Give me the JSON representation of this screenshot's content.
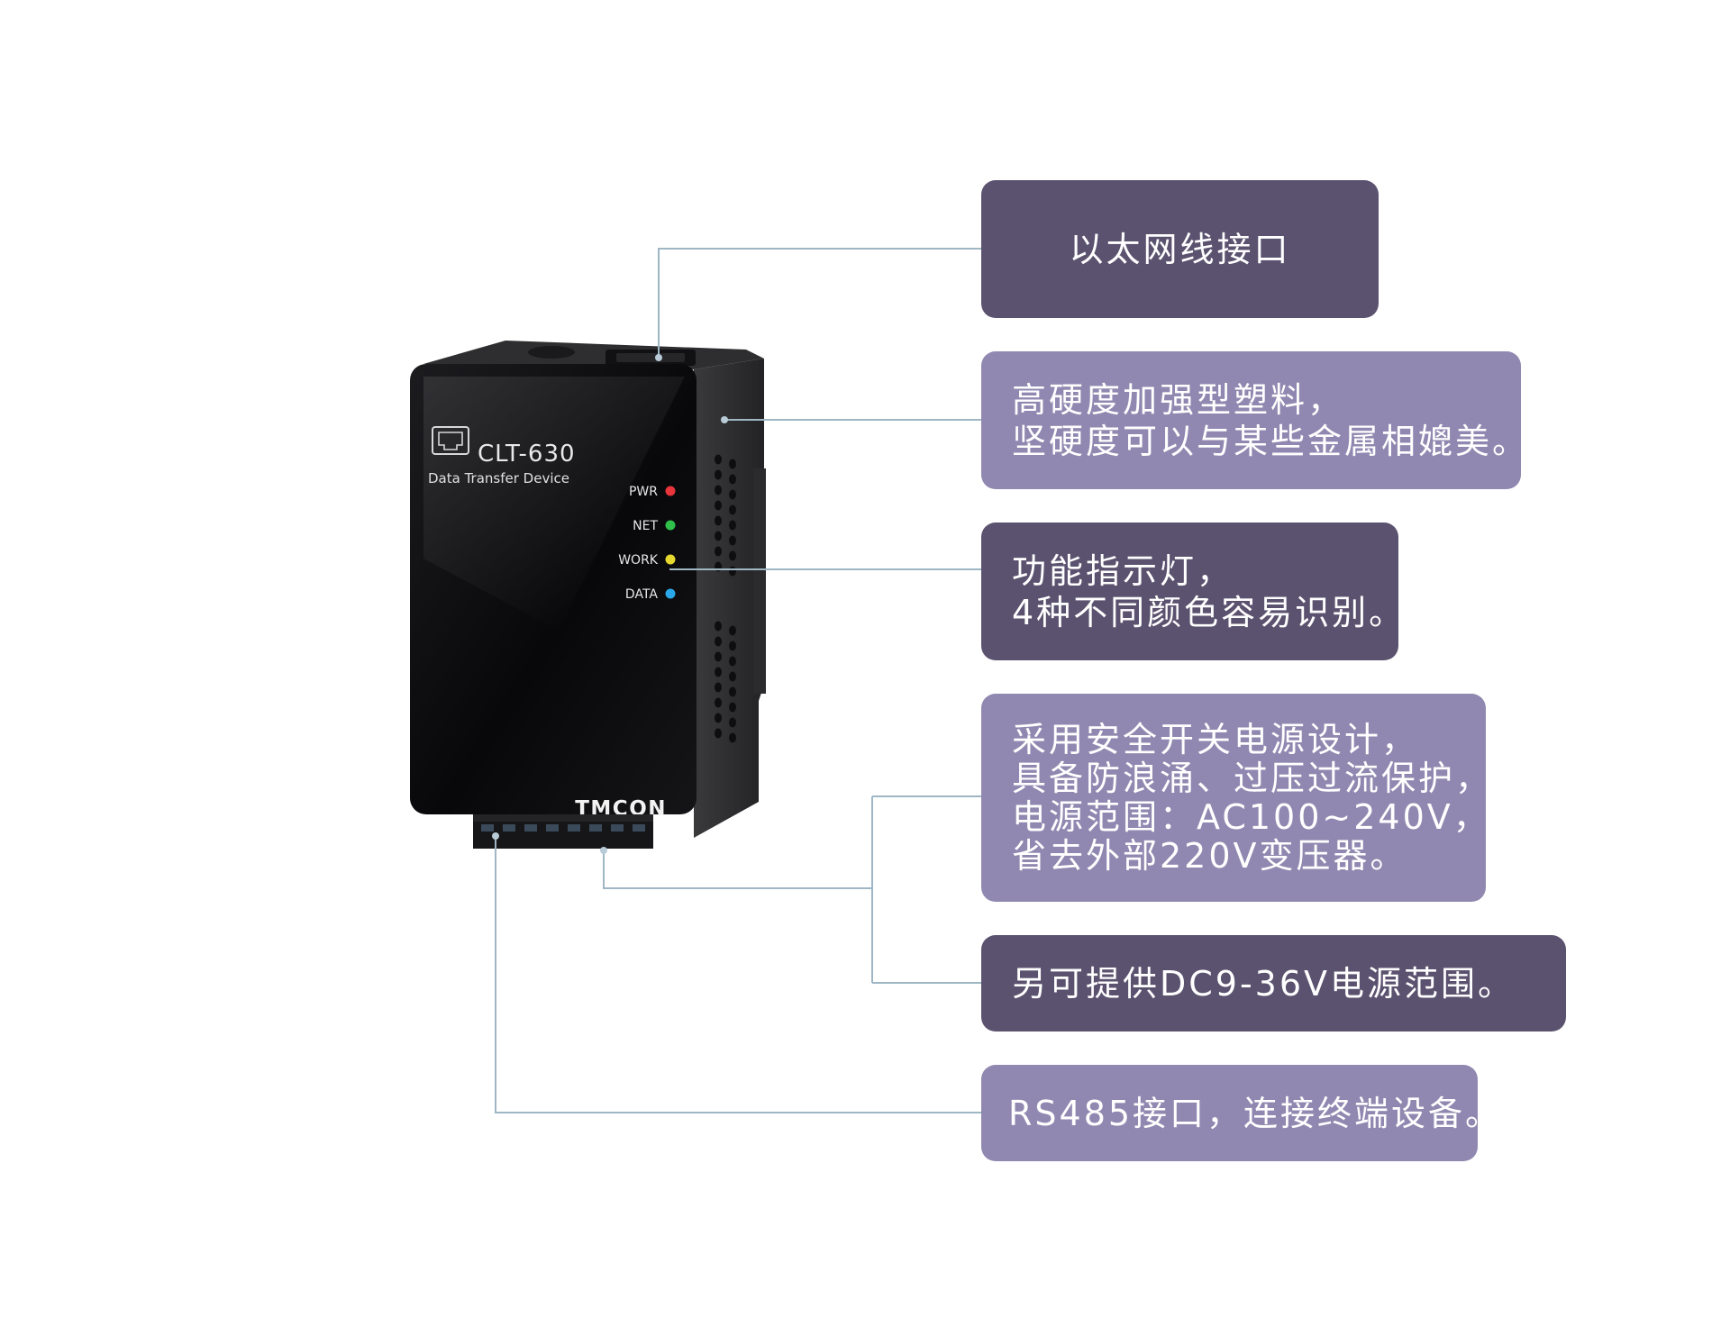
{
  "device": {
    "model": "CLT-630",
    "subtitle": "Data Transfer Device",
    "brand": "TMCON",
    "port_icon": "ethernet-port-icon",
    "body_color": "#0d0d0f",
    "side_color": "#2a2a2c",
    "indicators": [
      {
        "label": "PWR",
        "color": "#e8343a"
      },
      {
        "label": "NET",
        "color": "#2fbf4a"
      },
      {
        "label": "WORK",
        "color": "#e6d82e"
      },
      {
        "label": "DATA",
        "color": "#2aa7e8"
      }
    ]
  },
  "callouts": [
    {
      "id": "ethernet",
      "style": "dark",
      "lines": [
        "以太网线接口"
      ]
    },
    {
      "id": "plastic",
      "style": "light",
      "lines": [
        "高硬度加强型塑料，",
        "坚硬度可以与某些金属相媲美。"
      ]
    },
    {
      "id": "leds",
      "style": "dark",
      "lines": [
        "功能指示灯，",
        "4种不同颜色容易识别。"
      ]
    },
    {
      "id": "power",
      "style": "light",
      "lines": [
        "采用安全开关电源设计，",
        "具备防浪涌、过压过流保护，",
        "电源范围：AC100~240V，",
        "省去外部220V变压器。"
      ]
    },
    {
      "id": "dc",
      "style": "dark",
      "lines": [
        "另可提供DC9-36V电源范围。"
      ]
    },
    {
      "id": "rs485",
      "style": "light",
      "lines": [
        "RS485接口，连接终端设备。"
      ]
    }
  ],
  "colors": {
    "callout_dark": "#5b526f",
    "callout_light": "#9088b0",
    "leader_line": "#9fb6c4"
  }
}
